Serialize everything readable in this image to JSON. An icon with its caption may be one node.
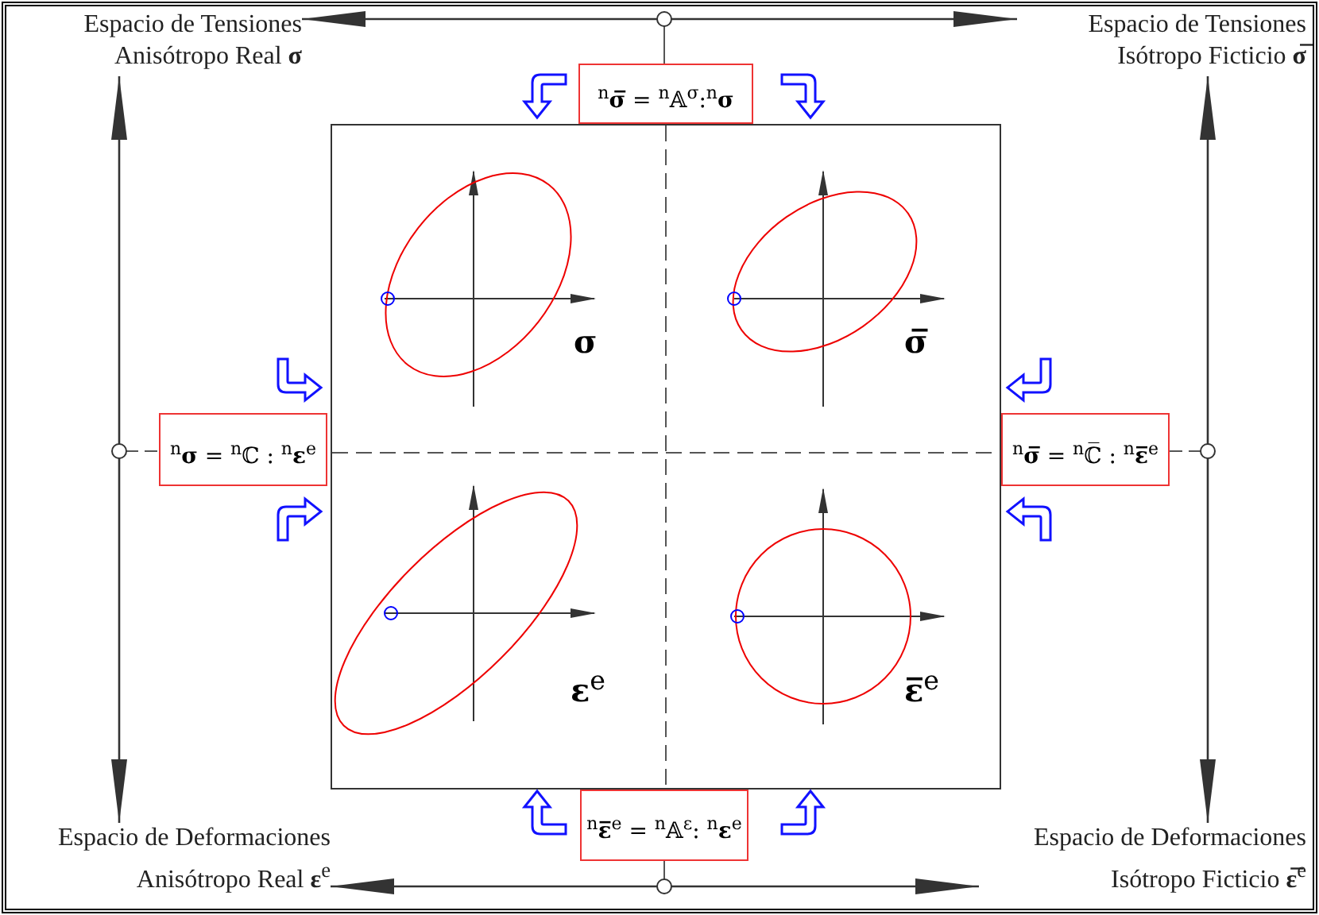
{
  "diagram": {
    "nodes": [
      {
        "text": [
          "Espacio de Tensiones Anisótropo Real **σ**"
        ]
      },
      {
        "text": [
          "Espacio de Tensiones Isótropo Ficticio **σ̅**"
        ]
      },
      {
        "text": [
          "Espacio de Deformaciones Anisótropo Real **ε**$^{e}$"
        ]
      },
      {
        "text": [
          "Espacio de Deformaciones Isótropo Ficticio **ε̅**$^{e}$"
        ]
      },
      {
        "text": [],
        "shape": "box"
      },
      {
        "text": [
          "σ"
        ],
        "in": 4
      },
      {
        "text": [
          "σ̅"
        ],
        "in": 4
      },
      {
        "text": [
          "**ε**$^{e}$"
        ],
        "in": 4
      },
      {
        "text": [
          "**ε̅**$^{e}$"
        ],
        "in": 4
      }
    ],
    "edges": [
      {
        "from": 0,
        "to": 1,
        "arrow": "both",
        "label": "$^{n}$**σ̅** = $^{n}$𝔸$^{σ}$:$^{n}$**σ**"
      },
      {
        "from": 0,
        "to": 2,
        "arrow": "both",
        "label": "$^{n}$**σ** = $^{n}$ℂ : $^{n}$**ε**$^{e}$"
      },
      {
        "from": 1,
        "to": 3,
        "arrow": "both",
        "label": "$^{n}$**σ̅** = $^{n}$ℂ̅ : $^{n}$**ε̅**$^{e}$"
      },
      {
        "from": 2,
        "to": 3,
        "arrow": "both",
        "label": "$^{n}$**ε̅**$^{e}$ = $^{n}$𝔸$^{ε}$: $^{n}$**ε**$^{e}$"
      }
    ]
  }
}
